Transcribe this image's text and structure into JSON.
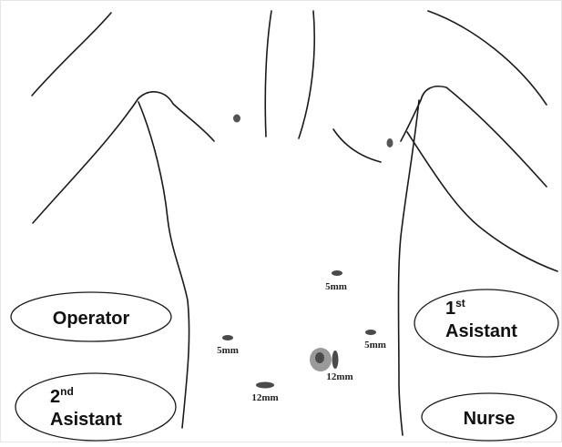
{
  "roles": {
    "operator": "Operator",
    "first_assistant": {
      "num": "1",
      "sup": "st",
      "word": "Asistant"
    },
    "second_assistant": {
      "num": "2",
      "sup": "nd",
      "word": "Asistant"
    },
    "nurse": "Nurse"
  },
  "ports": {
    "upper_right": "5mm",
    "left": "5mm",
    "right": "5mm",
    "umbilical": "12mm",
    "lower_left": "12mm"
  },
  "colors": {
    "outline": "#1a1a1a",
    "port_fill": "#4a4a4a",
    "camera_halo": "#9a9a9a"
  }
}
